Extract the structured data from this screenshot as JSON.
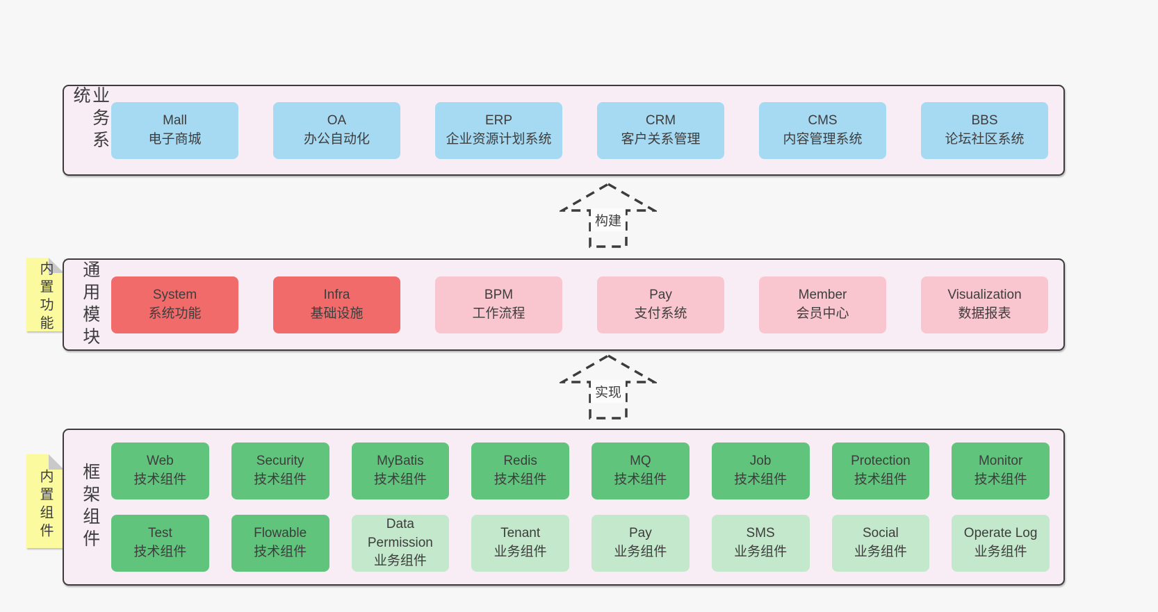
{
  "palette": {
    "page-bg": "#f7f7f7",
    "layer-bg": "#f8edf5",
    "layer-border": "#3c3c3c",
    "node-blue": "#a6d9f2",
    "node-red": "#f26b6b",
    "node-pink": "#f9c6cf",
    "node-green": "#61c47c",
    "node-lightgreen": "#c3e8cb",
    "sticky-yellow": "#fbfa9e",
    "fold-gray": "#c9c9c9",
    "text": "#3d3d3d",
    "label-bg": "#fcfcfc"
  },
  "stickies": [
    {
      "text": "内置功能"
    },
    {
      "text": "内置组件"
    }
  ],
  "arrows": [
    {
      "label": "构建"
    },
    {
      "label": "实现"
    }
  ],
  "layers": [
    {
      "label": "业务系统",
      "boxes": [
        {
          "name": "Mall",
          "desc": "电子商城",
          "variant": "blue"
        },
        {
          "name": "OA",
          "desc": "办公自动化",
          "variant": "blue"
        },
        {
          "name": "ERP",
          "desc": "企业资源计划系统",
          "variant": "blue"
        },
        {
          "name": "CRM",
          "desc": "客户关系管理",
          "variant": "blue"
        },
        {
          "name": "CMS",
          "desc": "内容管理系统",
          "variant": "blue"
        },
        {
          "name": "BBS",
          "desc": "论坛社区系统",
          "variant": "blue"
        }
      ]
    },
    {
      "label": "通用模块",
      "boxes": [
        {
          "name": "System",
          "desc": "系统功能",
          "variant": "red"
        },
        {
          "name": "Infra",
          "desc": "基础设施",
          "variant": "red"
        },
        {
          "name": "BPM",
          "desc": "工作流程",
          "variant": "pink"
        },
        {
          "name": "Pay",
          "desc": "支付系统",
          "variant": "pink"
        },
        {
          "name": "Member",
          "desc": "会员中心",
          "variant": "pink"
        },
        {
          "name": "Visualization",
          "desc": "数据报表",
          "variant": "pink"
        }
      ]
    },
    {
      "label": "框架组件",
      "rows": [
        [
          {
            "name": "Web",
            "desc": "技术组件",
            "variant": "green"
          },
          {
            "name": "Security",
            "desc": "技术组件",
            "variant": "green"
          },
          {
            "name": "MyBatis",
            "desc": "技术组件",
            "variant": "green"
          },
          {
            "name": "Redis",
            "desc": "技术组件",
            "variant": "green"
          },
          {
            "name": "MQ",
            "desc": "技术组件",
            "variant": "green"
          },
          {
            "name": "Job",
            "desc": "技术组件",
            "variant": "green"
          },
          {
            "name": "Protection",
            "desc": "技术组件",
            "variant": "green"
          },
          {
            "name": "Monitor",
            "desc": "技术组件",
            "variant": "green"
          }
        ],
        [
          {
            "name": "Test",
            "desc": "技术组件",
            "variant": "green"
          },
          {
            "name": "Flowable",
            "desc": "技术组件",
            "variant": "green"
          },
          {
            "name": "Data Permission",
            "desc": "业务组件",
            "variant": "lightgreen"
          },
          {
            "name": "Tenant",
            "desc": "业务组件",
            "variant": "lightgreen"
          },
          {
            "name": "Pay",
            "desc": "业务组件",
            "variant": "lightgreen"
          },
          {
            "name": "SMS",
            "desc": "业务组件",
            "variant": "lightgreen"
          },
          {
            "name": "Social",
            "desc": "业务组件",
            "variant": "lightgreen"
          },
          {
            "name": "Operate Log",
            "desc": "业务组件",
            "variant": "lightgreen"
          }
        ]
      ]
    }
  ]
}
